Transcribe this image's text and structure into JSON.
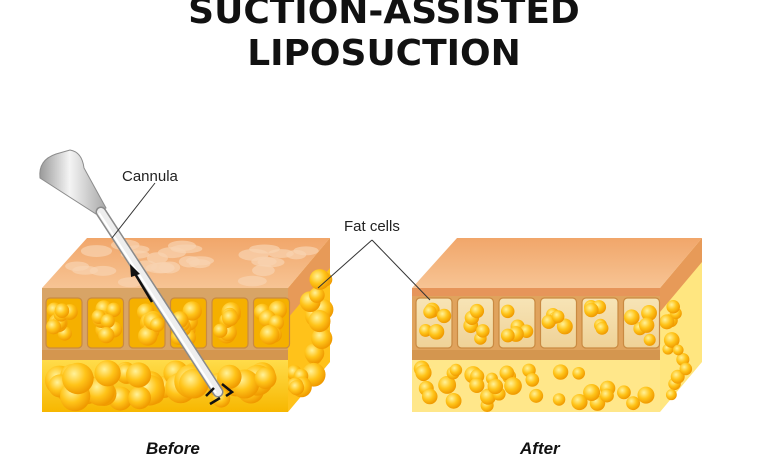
{
  "title": {
    "line1": "SUCTION-ASSISTED",
    "line2": "LIPOSUCTION"
  },
  "labels": {
    "cannula": "Cannula",
    "fat_cells": "Fat cells"
  },
  "captions": {
    "before": "Before",
    "after": "After"
  },
  "colors": {
    "skin_top": "#f3b07a",
    "skin_side": "#e39a5c",
    "fat_gold": "#ffc21a",
    "fat_light": "#ffe15a",
    "fat_dark": "#f0a000",
    "septa": "#d9a96a",
    "cannula": "#d8d8d8"
  }
}
